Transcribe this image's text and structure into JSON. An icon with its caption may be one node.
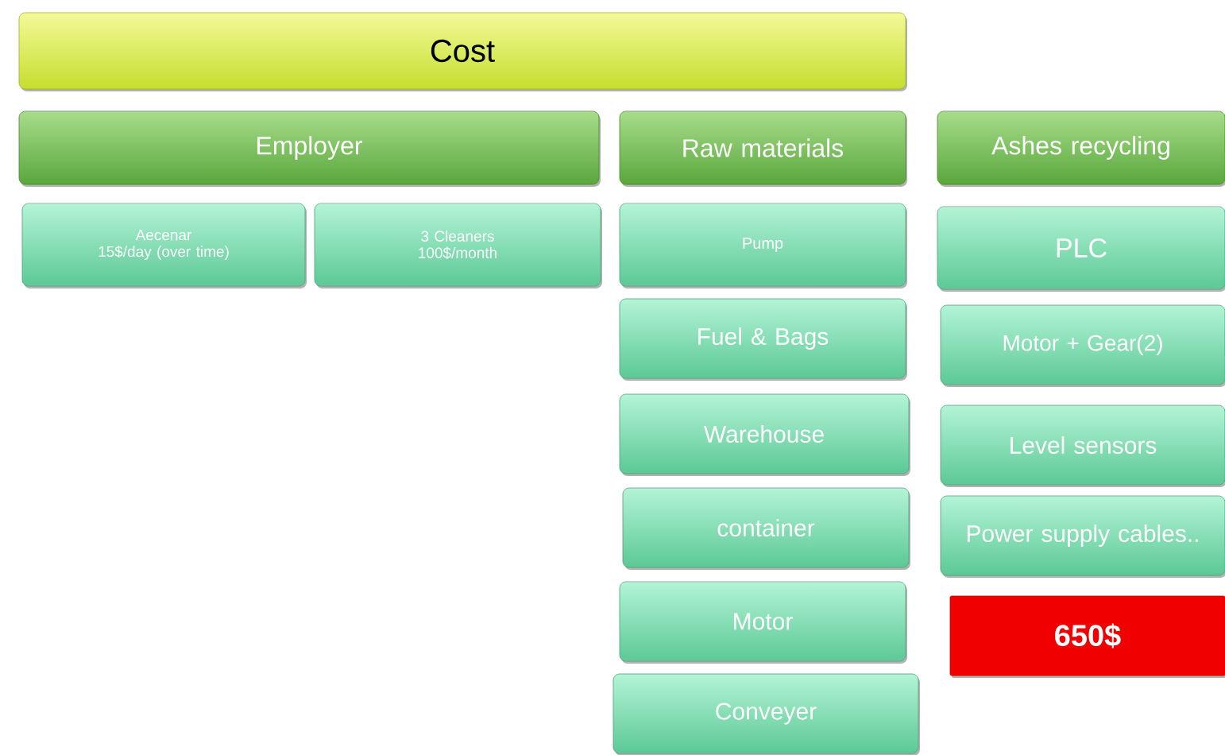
{
  "diagram": {
    "nodes": [
      {
        "text": [
          "Cost"
        ]
      },
      {
        "text": [
          "Employer"
        ]
      },
      {
        "text": [
          "Raw materials"
        ]
      },
      {
        "text": [
          "Ashes recycling"
        ]
      },
      {
        "text": [
          "Aecenar",
          "15$/day (over time)"
        ]
      },
      {
        "text": [
          "3 Cleaners",
          "100$/month"
        ]
      },
      {
        "text": [
          "Pump"
        ]
      },
      {
        "text": [
          "Fuel & Bags"
        ]
      },
      {
        "text": [
          "Warehouse"
        ]
      },
      {
        "text": [
          "container"
        ]
      },
      {
        "text": [
          "Motor"
        ]
      },
      {
        "text": [
          "Conveyer"
        ]
      },
      {
        "text": [
          "PLC"
        ]
      },
      {
        "text": [
          "Motor + Gear(2)"
        ]
      },
      {
        "text": [
          "Level sensors"
        ]
      },
      {
        "text": [
          "Power supply cables.."
        ]
      },
      {
        "text": [
          "650$"
        ]
      }
    ]
  }
}
